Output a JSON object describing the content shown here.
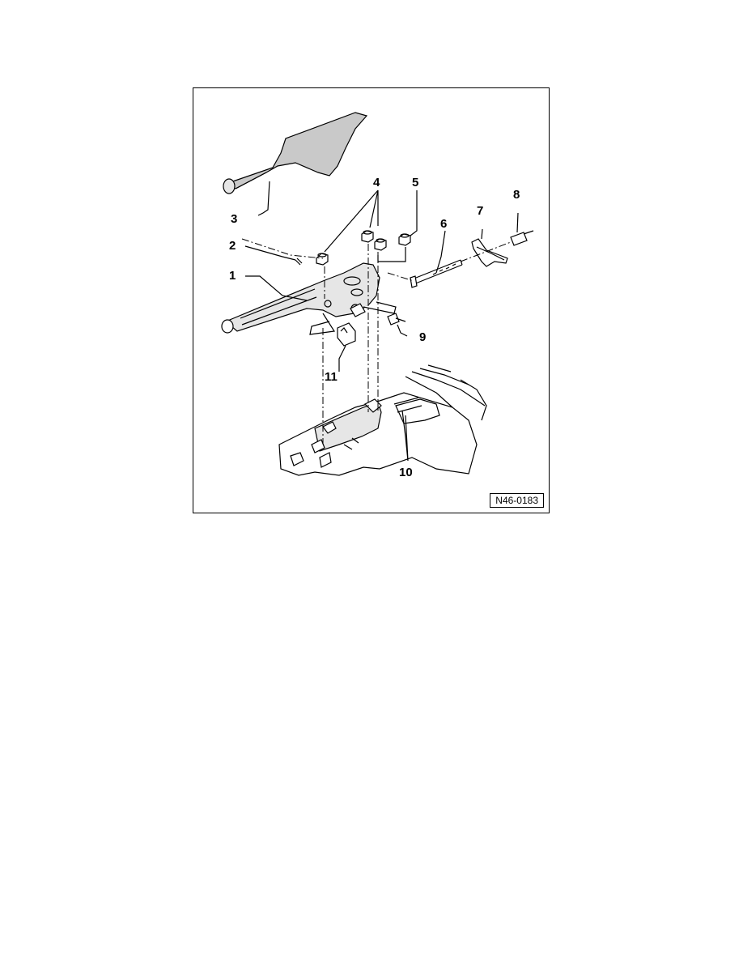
{
  "figure": {
    "id_label": "N46-0183",
    "callouts": [
      "1",
      "2",
      "3",
      "4",
      "5",
      "6",
      "7",
      "8",
      "9",
      "10",
      "11"
    ]
  },
  "parts": {
    "lever_boot": "3",
    "lever": "1",
    "pin": "2",
    "nuts": "4",
    "nut_single": "5",
    "adjust_rod": "6",
    "equalizer": "7",
    "adjust_nut": "8",
    "bolt": "9",
    "studs": "10",
    "switch": "11"
  },
  "colors": {
    "line": "#000000",
    "boot_fill": "#c9c9c9",
    "metal_fill": "#e6e6e6"
  }
}
